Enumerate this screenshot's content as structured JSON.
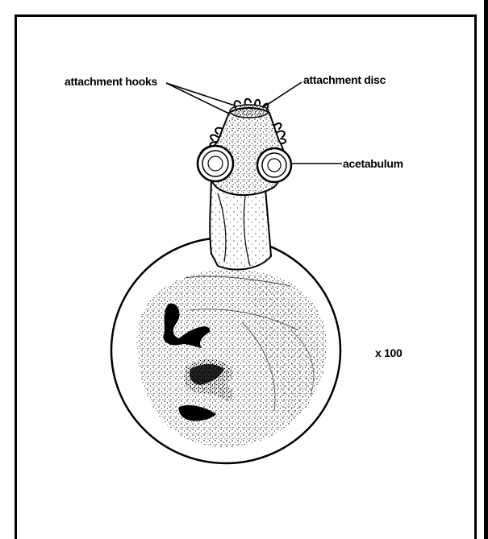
{
  "labels": {
    "attachment_hooks": "attachment hooks",
    "attachment_disc": "attachment disc",
    "acetabulum": "acetabulum",
    "magnification": "x 100"
  },
  "colors": {
    "ink": "#000000",
    "paper": "#ffffff"
  }
}
